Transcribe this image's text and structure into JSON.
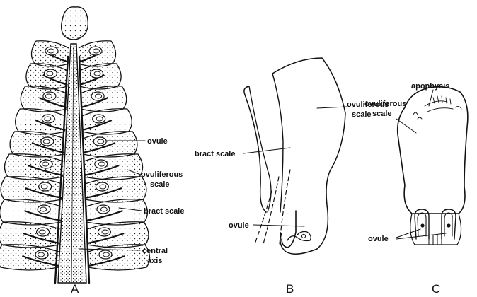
{
  "panels": {
    "a": {
      "letter": "A",
      "labels": {
        "ovule": "ovule",
        "ovuliferous_line1": "ovuliferous",
        "ovuliferous_line2": "scale",
        "bract": "bract scale",
        "central_line1": "central",
        "central_line2": "axis"
      }
    },
    "b": {
      "letter": "B",
      "labels": {
        "ovuliferous_line1": "ovuliferous",
        "ovuliferous_line2": "scale",
        "bract": "bract scale",
        "ovule": "ovule"
      }
    },
    "c": {
      "letter": "C",
      "labels": {
        "apophysis": "apophysis",
        "ovuliferous_line1": "ovuliferous",
        "ovuliferous_line2": "scale",
        "ovule": "ovule"
      }
    }
  }
}
